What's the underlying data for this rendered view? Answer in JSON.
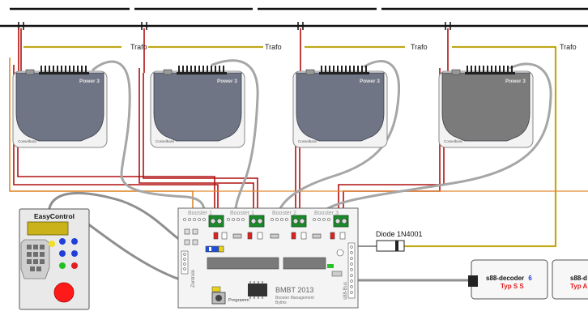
{
  "colors": {
    "track_rail": "#111111",
    "feed_red": "#b01010",
    "feed_orange": "#e08a30",
    "trafo_yellow": "#f2d21a",
    "cable_gray": "#a6a6a6",
    "power_unit_dark": "#6f7585",
    "power_unit_gray": "#7b7b7b",
    "pcb": "#f4f4f4",
    "terminal_green": "#1a8a2a"
  },
  "power_units": [
    {
      "label": "Power 3",
      "brand": "Cosselbass"
    },
    {
      "label": "Power 3",
      "brand": "Cosselbass"
    },
    {
      "label": "Power 3",
      "brand": "Cosselbass"
    },
    {
      "label": "Power 3",
      "brand": "Cosselbass"
    }
  ],
  "trafo_labels": [
    "Trafo",
    "Trafo",
    "Trafo",
    "Trafo"
  ],
  "controller": {
    "title": "EasyControl"
  },
  "board": {
    "booster_labels": [
      "Booster 1",
      "Booster 1",
      "Booster 2",
      "Booster 3"
    ],
    "name": "BMBT 2013",
    "subtitle_line1": "Booster Management",
    "subtitle_line2": "Bythis",
    "button_label": "Programm",
    "left_edge_label": "Zentrale",
    "right_edge_label": "s88-Bus"
  },
  "diode": {
    "label": "Diode 1N4001"
  },
  "decoders": [
    {
      "name": "s88-decoder",
      "suffix": "6",
      "type": "Typ S S"
    },
    {
      "name": "s88-d",
      "suffix": "",
      "type": "Typ A"
    }
  ]
}
